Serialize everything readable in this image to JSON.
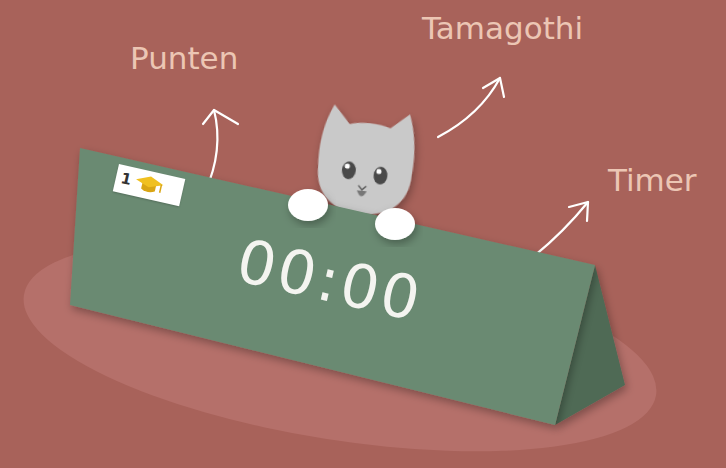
{
  "diagram": {
    "nodes": [
      {
        "text": [
          "00:00"
        ]
      },
      {
        "text": [
          "1"
        ],
        "in": 0
      }
    ],
    "labels": [
      "Punten",
      "Tamagothi",
      "Timer"
    ]
  }
}
